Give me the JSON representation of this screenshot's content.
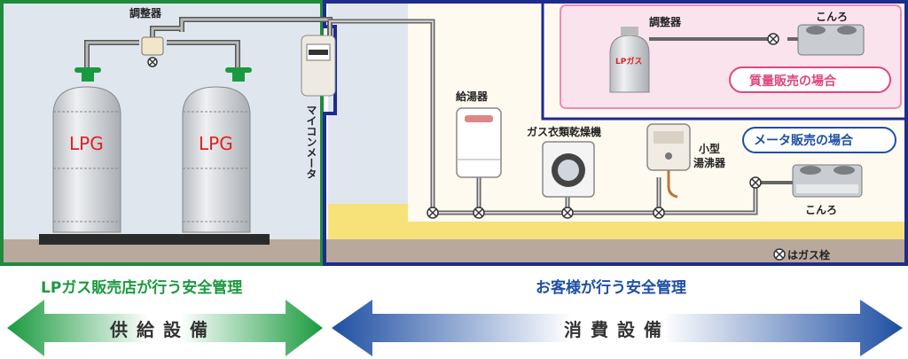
{
  "supply_section": {
    "regulator_label": "調整器",
    "cylinder_label": "LPG",
    "meter_label": "マイコンメータ",
    "caption": "LPガス販売店が行う安全管理",
    "arrow_label": "供給設備",
    "caption_color": "#1a9a3f",
    "border_color": "#1f8a3b"
  },
  "consumer_section": {
    "caption": "お客様が行う安全管理",
    "arrow_label": "消費設備",
    "caption_color": "#1f4fa3",
    "border_color": "#1f2b8f",
    "water_heater_label": "給湯器",
    "dryer_label": "ガス衣類乾燥機",
    "small_heater_label": "小型\n湯沸器",
    "stove_label": "こんろ",
    "meter_sales_badge": "メータ販売の場合",
    "valve_legend": "はガス栓"
  },
  "weight_sales_box": {
    "regulator_label": "調整器",
    "cylinder_label": "LPガス",
    "stove_label": "こんろ",
    "badge": "質量販売の場合",
    "badge_color": "#e0457e",
    "bg_color": "#fbe3ee"
  }
}
